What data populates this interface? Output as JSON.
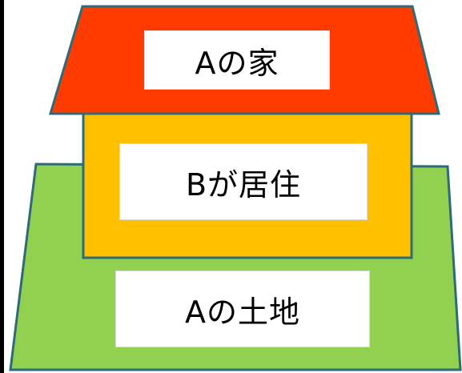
{
  "diagram": {
    "roof_label": "Aの家",
    "house_label": "Bが居住",
    "land_label": "Aの土地"
  },
  "colors": {
    "roof_fill": "#ff3b00",
    "house_fill": "#ffc000",
    "land_fill": "#92d050",
    "outline": "#2e6b7a"
  }
}
